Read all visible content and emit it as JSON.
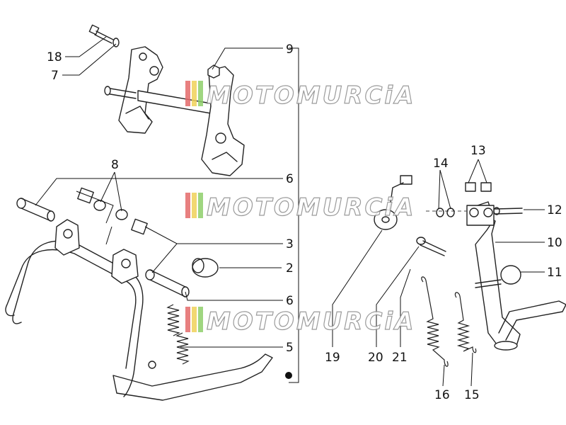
{
  "callouts": [
    {
      "id": "18",
      "label": "18"
    },
    {
      "id": "7",
      "label": "7"
    },
    {
      "id": "9",
      "label": "9"
    },
    {
      "id": "8",
      "label": "8"
    },
    {
      "id": "6a",
      "label": "6"
    },
    {
      "id": "3",
      "label": "3"
    },
    {
      "id": "2",
      "label": "2"
    },
    {
      "id": "6b",
      "label": "6"
    },
    {
      "id": "5",
      "label": "5"
    },
    {
      "id": "19",
      "label": "19"
    },
    {
      "id": "20",
      "label": "20"
    },
    {
      "id": "21",
      "label": "21"
    },
    {
      "id": "14",
      "label": "14"
    },
    {
      "id": "13",
      "label": "13"
    },
    {
      "id": "12",
      "label": "12"
    },
    {
      "id": "10",
      "label": "10"
    },
    {
      "id": "11",
      "label": "11"
    },
    {
      "id": "16",
      "label": "16"
    },
    {
      "id": "15",
      "label": "15"
    }
  ],
  "watermark": {
    "text": "MOTOMURCiA",
    "stripe_colors": [
      "#e46a6a",
      "#f0d25a",
      "#8fcf6a"
    ]
  },
  "colors": {
    "line": "#222222",
    "background": "#ffffff"
  }
}
